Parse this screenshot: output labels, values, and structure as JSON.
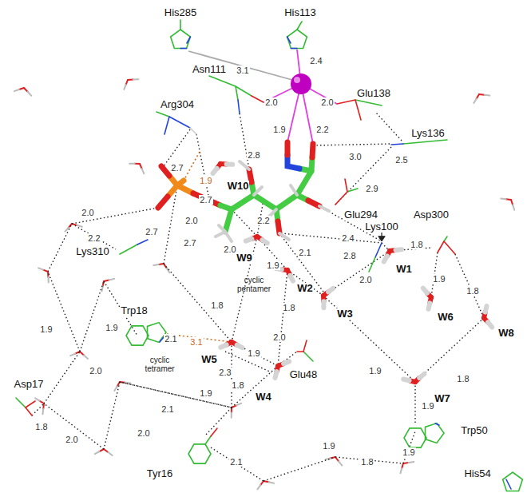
{
  "diagram": {
    "labels": [
      "His285",
      "His113",
      "3.1",
      "2.4",
      "Asn111",
      "Glu138",
      "2.0",
      "2.0",
      "Arg304",
      "Lys136",
      "2.2",
      "1.9",
      "3.0",
      "2.5",
      "2.8",
      "2.7",
      "1.9",
      "W10",
      "2.7",
      "2.9",
      "2.0",
      "Glu294",
      "Asp300",
      "2.0",
      "2.7",
      "2.2",
      "2.7",
      "Lys100",
      "2.2",
      "Lys310",
      "2.4",
      "2.0",
      "2.1",
      "2.8",
      "W9",
      "1.8",
      "W1",
      "1.9",
      "1.8",
      "1.9",
      "cyclic pentamer",
      "2.0",
      "W2",
      "W6",
      "1.8",
      "1.8",
      "W3",
      "Trp18",
      "1.9",
      "1.9",
      "W8",
      "2.0",
      "2.1",
      "3.1",
      "W5",
      "1.9",
      "cyclic tetramer",
      "2.0",
      "Glu48",
      "2.3",
      "1.9",
      "1.8",
      "Asp17",
      "W4",
      "W7",
      "1.9",
      "1.8",
      "2.1",
      "1.9",
      "1.8",
      "Trp50",
      "2.0",
      "2.0",
      "1.9",
      "1.9",
      "2.1",
      "1.8",
      "Tyr16",
      "His54"
    ]
  }
}
